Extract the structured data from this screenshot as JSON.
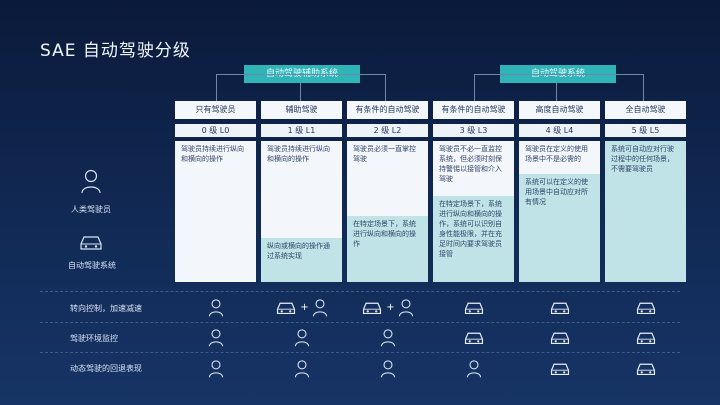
{
  "title": "SAE 自动驾驶分级",
  "groups": [
    {
      "label": "自动驾驶辅助系统"
    },
    {
      "label": "自动驾驶系统"
    }
  ],
  "side": {
    "human_label": "人类驾驶员",
    "system_label": "自动驾驶系统"
  },
  "columns": [
    {
      "header": "只有驾驶员",
      "level": "0 级   L0",
      "top_text": "驾驶员持续进行纵向和横向的操作",
      "bottom_text": ""
    },
    {
      "header": "辅助驾驶",
      "level": "1 级   L1",
      "top_text": "驾驶员持续进行纵向和横向的操作",
      "bottom_text": "纵向或横向的操作通过系统实现"
    },
    {
      "header": "有条件的自动驾驶",
      "level": "2 级   L2",
      "top_text": "驾驶员必须一直掌控驾驶",
      "bottom_text": "在特定场景下，系统进行纵向和横向的操作"
    },
    {
      "header": "有条件的自动驾驶",
      "level": "3 级   L3",
      "top_text": "驾驶员不必一直监控系统，但必须时刻保持警惕以接管和介入驾驶",
      "bottom_text": "在特定场景下，系统进行纵向和横向的操作，系统可以识别自身性能极限，并在充足时间内要求驾驶员接管"
    },
    {
      "header": "高度自动驾驶",
      "level": "4 级   L4",
      "top_text": "驾驶员在定义的使用场景中不是必需的",
      "bottom_text": "系统可以在定义的使用场景中自动应对所有情况"
    },
    {
      "header": "全自动驾驶",
      "level": "5 级   L5",
      "top_text": "系统可自动应对行驶过程中的任何场景，不需要驾驶员",
      "bottom_text": ""
    }
  ],
  "rows": [
    {
      "label": "转向控制，加速减速",
      "cells": [
        "person",
        "car+person",
        "car+person",
        "car",
        "car",
        "car"
      ]
    },
    {
      "label": "驾驶环境监控",
      "cells": [
        "person",
        "person",
        "person",
        "car",
        "car",
        "car"
      ]
    },
    {
      "label": "动态驾驶的回退表现",
      "cells": [
        "person",
        "person",
        "person",
        "person",
        "car",
        "car"
      ]
    }
  ],
  "colors": {
    "accent": "#2fb5b8",
    "bg_top": "#0b1a3a",
    "bg_bottom": "#173466",
    "system_fill": "#bfe3e6"
  }
}
